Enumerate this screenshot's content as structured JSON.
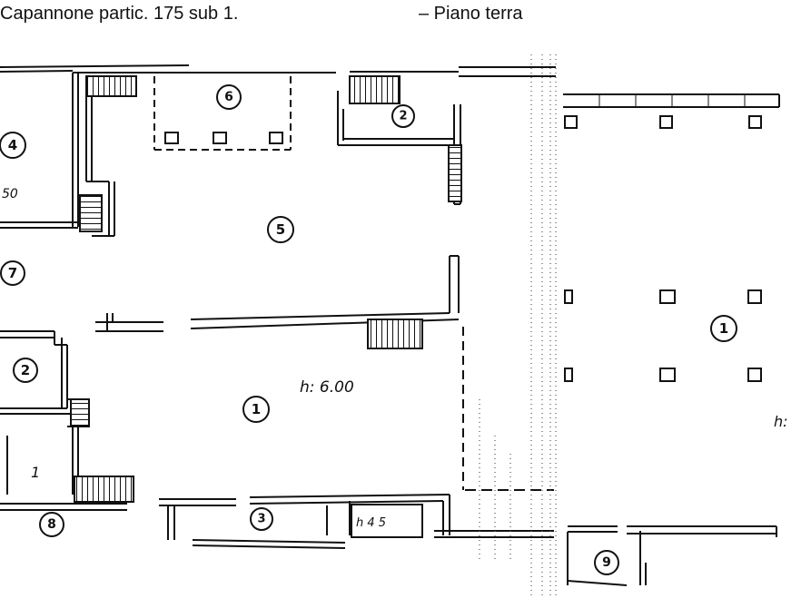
{
  "caption_left": "Capannone partic. 175 sub 1.",
  "caption_right": "– Piano terra",
  "room_labels": {
    "r6": "6",
    "r2_top": "2",
    "r4": "4",
    "r5": "5",
    "r7": "7",
    "r2_left": "2",
    "r1_main": "1",
    "r3": "3",
    "r8": "8",
    "r1_right": "1",
    "r9": "9"
  },
  "annotations": {
    "height_main": "h: 6.00",
    "height_small": "h 4 5",
    "room4_note": "50",
    "room_small_note": "1",
    "height_right": "h: "
  }
}
